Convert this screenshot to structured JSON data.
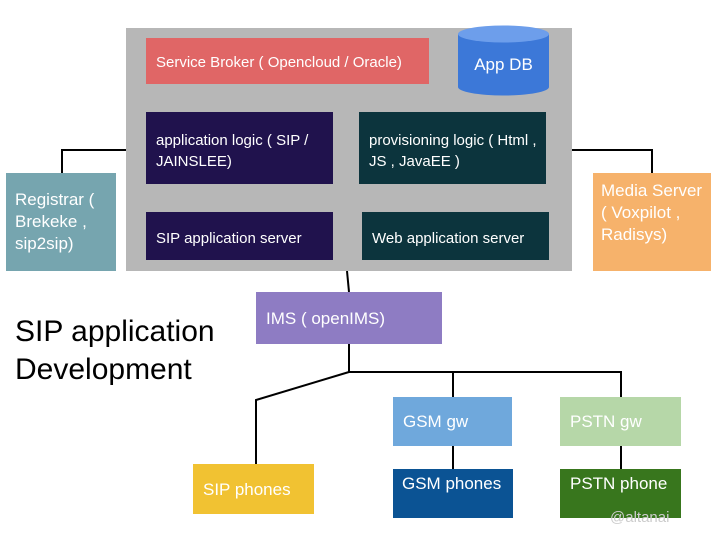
{
  "diagram": {
    "service_broker": "Service Broker ( Opencloud / Oracle)",
    "app_db": "App DB",
    "application_logic": "application logic ( SIP / JAINSLEE)",
    "provisioning_logic": "provisioning logic ( Html , JS  , JavaEE )",
    "sip_application_server": "SIP application server",
    "web_application_server": "Web application server",
    "registrar": "Registrar ( Brekeke , sip2sip)",
    "media_server": "Media Server ( Voxpilot , Radisys)",
    "ims": "IMS ( openIMS)",
    "gsm_gw": "GSM gw",
    "pstn_gw": "PSTN gw",
    "sip_phones": "SIP phones",
    "gsm_phones": "GSM phones",
    "pstn_phone": "PSTN phone",
    "title": "SIP application Development",
    "watermark": "@altanai"
  },
  "colors": {
    "container": "#b7b7b7",
    "service_broker": "#e06666",
    "app_db": "#3c78d8",
    "application_logic": "#20124d",
    "provisioning_logic": "#0c343d",
    "registrar": "#76a5af",
    "media_server": "#f6b26b",
    "ims": "#8e7cc3",
    "gsm_gw": "#6fa8dc",
    "pstn_gw": "#b6d7a8",
    "sip_phones": "#f1c232",
    "gsm_phones": "#0b5394",
    "pstn_phone": "#38761d"
  }
}
